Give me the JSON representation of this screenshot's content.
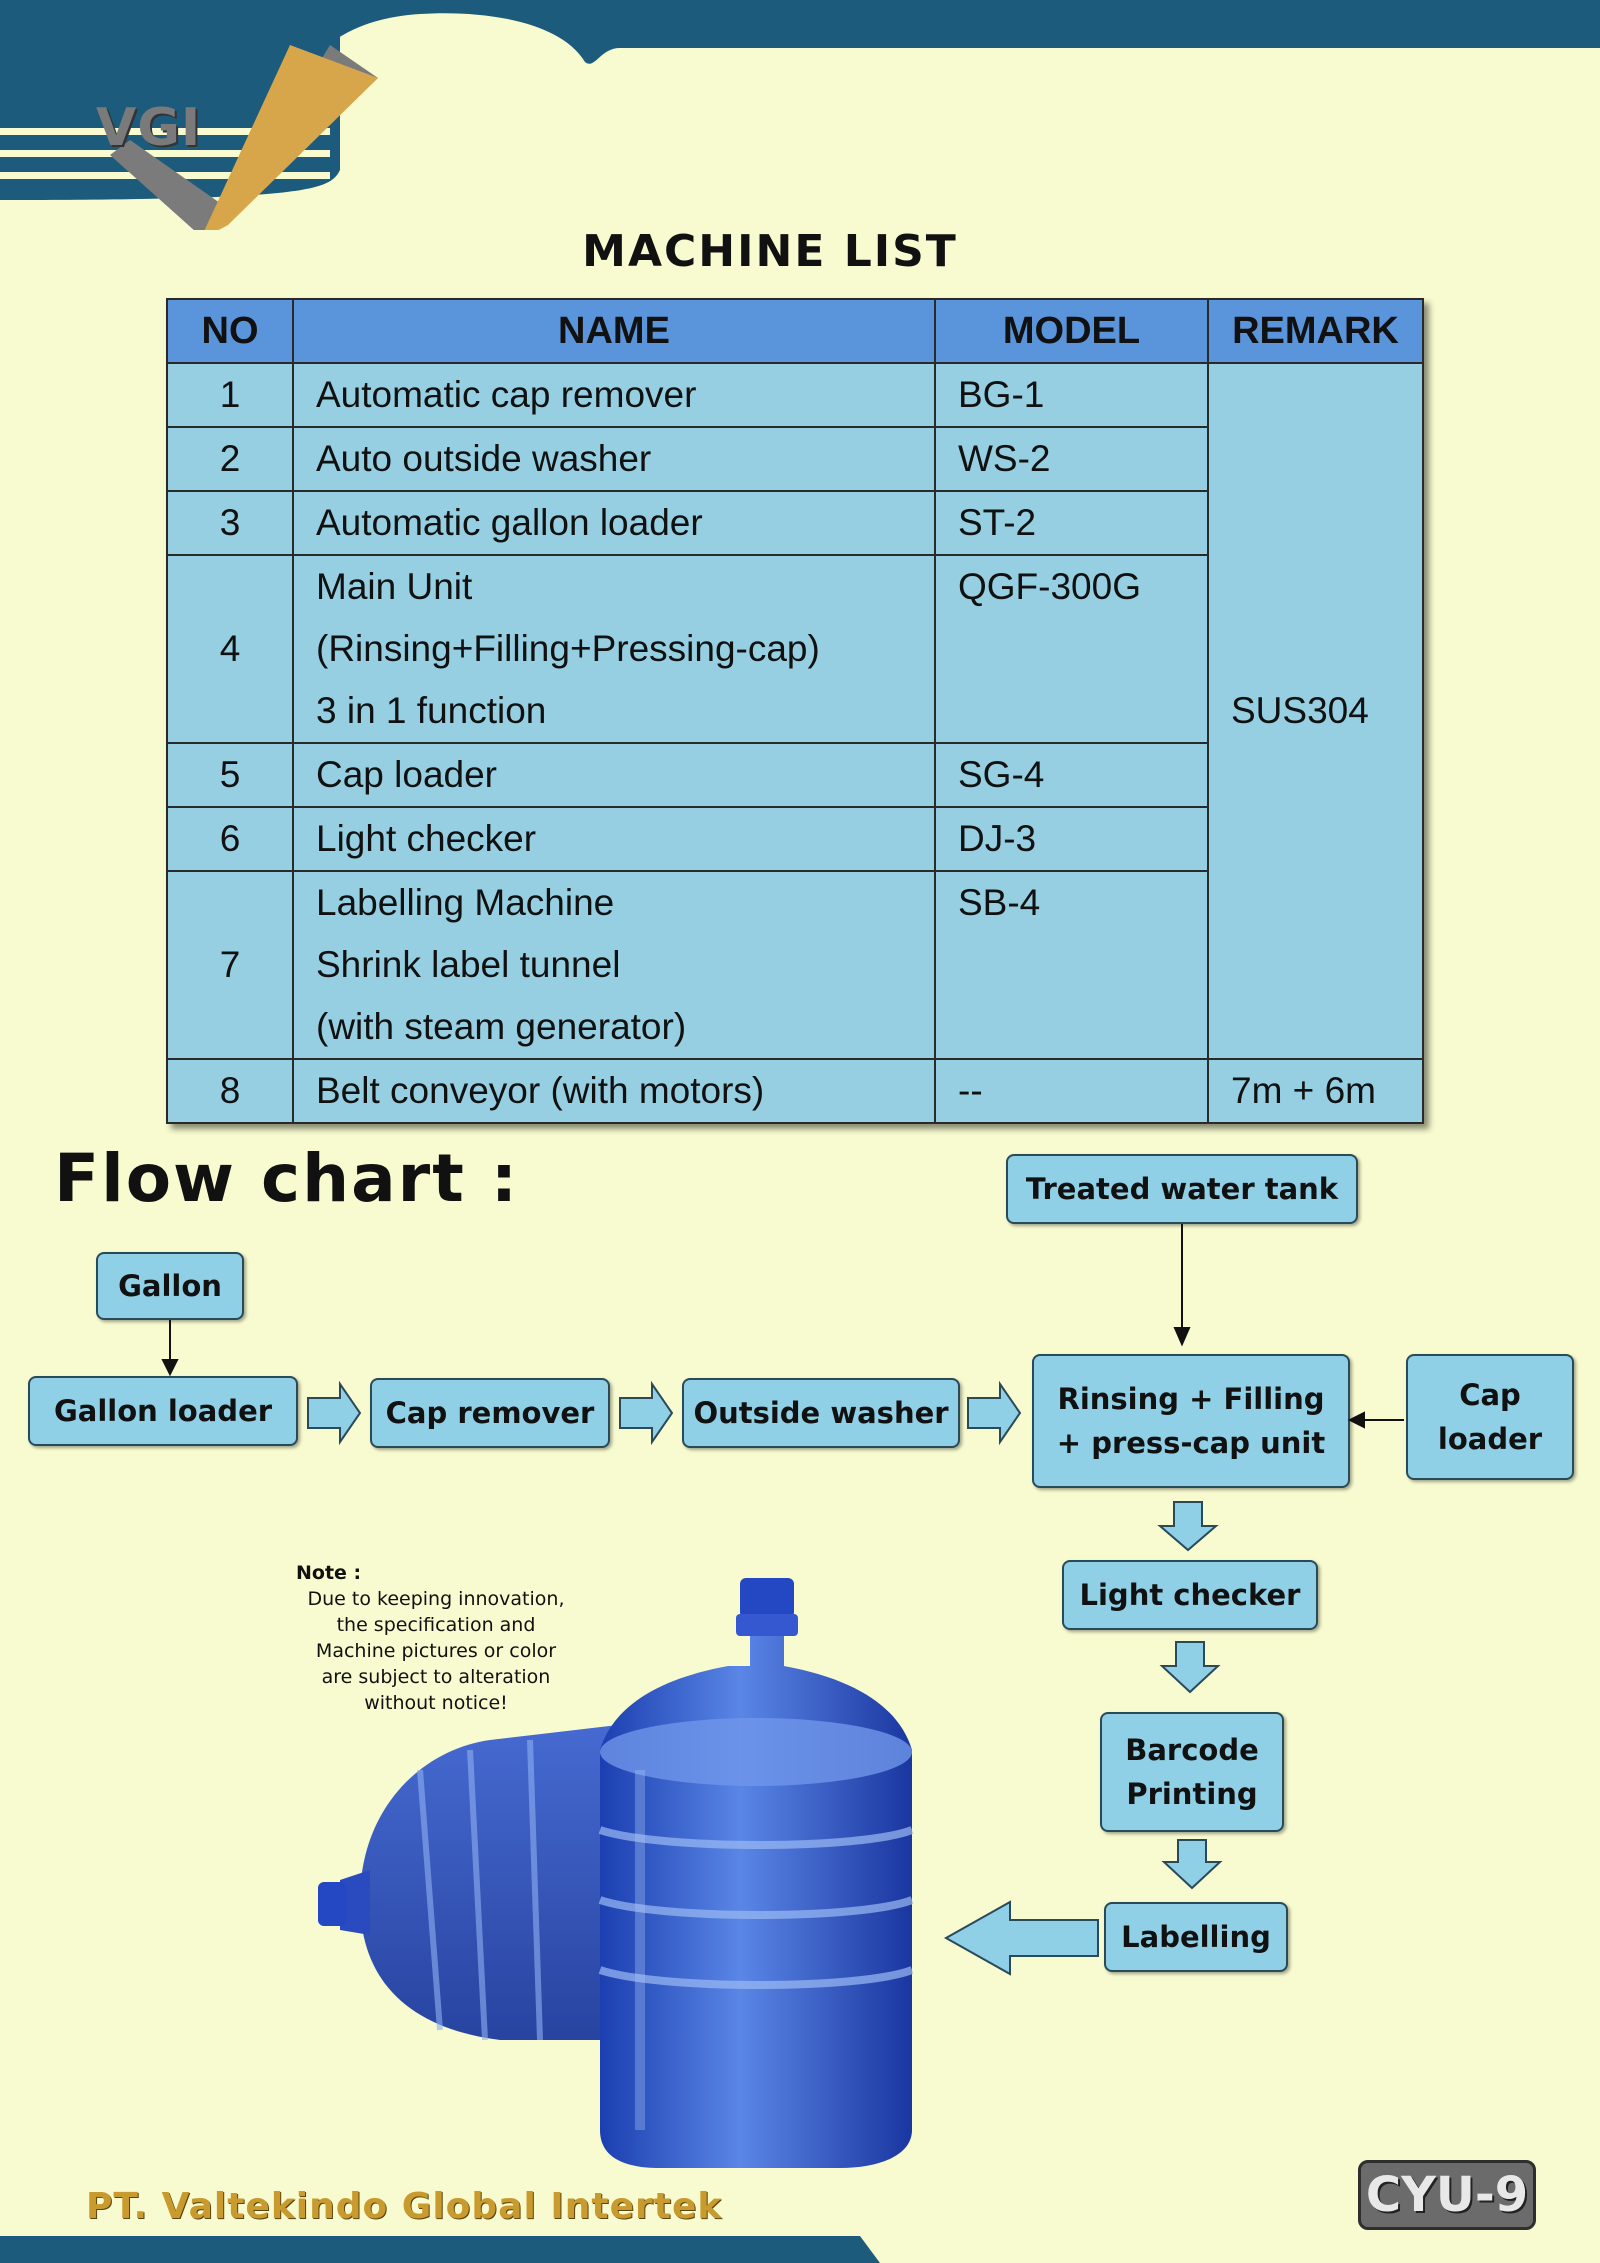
{
  "brand": {
    "logo_text": "VGI",
    "colors": {
      "navy": "#1d5b7c",
      "gold": "#d7a64a",
      "background": "#f7fbcf",
      "table_header": "#5a95db",
      "table_cell": "#96cfe2",
      "box": "#8fd0e6"
    }
  },
  "machine_list": {
    "title": "MACHINE LIST",
    "headers": {
      "no": "NO",
      "name": "NAME",
      "model": "MODEL",
      "remark": "REMARK"
    },
    "rows": [
      {
        "no": "1",
        "name": "Automatic cap remover",
        "model": "BG-1"
      },
      {
        "no": "2",
        "name": "Auto outside washer",
        "model": "WS-2"
      },
      {
        "no": "3",
        "name": "Automatic gallon loader",
        "model": "ST-2"
      },
      {
        "no": "4",
        "name_lines": [
          "Main Unit",
          "(Rinsing+Filling+Pressing-cap)",
          "3 in 1 function"
        ],
        "model": "QGF-300G"
      },
      {
        "no": "5",
        "name": "Cap loader",
        "model": "SG-4"
      },
      {
        "no": "6",
        "name": "Light checker",
        "model": "DJ-3"
      },
      {
        "no": "7",
        "name_lines": [
          "Labelling Machine",
          "Shrink label tunnel",
          "(with steam generator)"
        ],
        "model": "SB-4"
      },
      {
        "no": "8",
        "name": "Belt conveyor (with motors)",
        "model": "--",
        "remark": "7m + 6m"
      }
    ],
    "merged_remark": "SUS304"
  },
  "flow_chart": {
    "title": "Flow chart :",
    "nodes": {
      "treated_water_tank": "Treated water tank",
      "gallon": "Gallon",
      "gallon_loader": "Gallon loader",
      "cap_remover": "Cap remover",
      "outside_washer": "Outside washer",
      "rinsing_filling": [
        "Rinsing + Filling",
        "+ press-cap unit"
      ],
      "cap_loader": [
        "Cap",
        "loader"
      ],
      "light_checker": "Light checker",
      "barcode_printing": [
        "Barcode",
        "Printing"
      ],
      "labelling": "Labelling"
    }
  },
  "note": {
    "label": "Note :",
    "text": "Due to keeping innovation,\nthe specification and\nMachine pictures or color\nare subject to alteration\nwithout notice!"
  },
  "footer": {
    "company": "PT. Valtekindo Global Intertek",
    "model_badge": "CYU-9"
  }
}
